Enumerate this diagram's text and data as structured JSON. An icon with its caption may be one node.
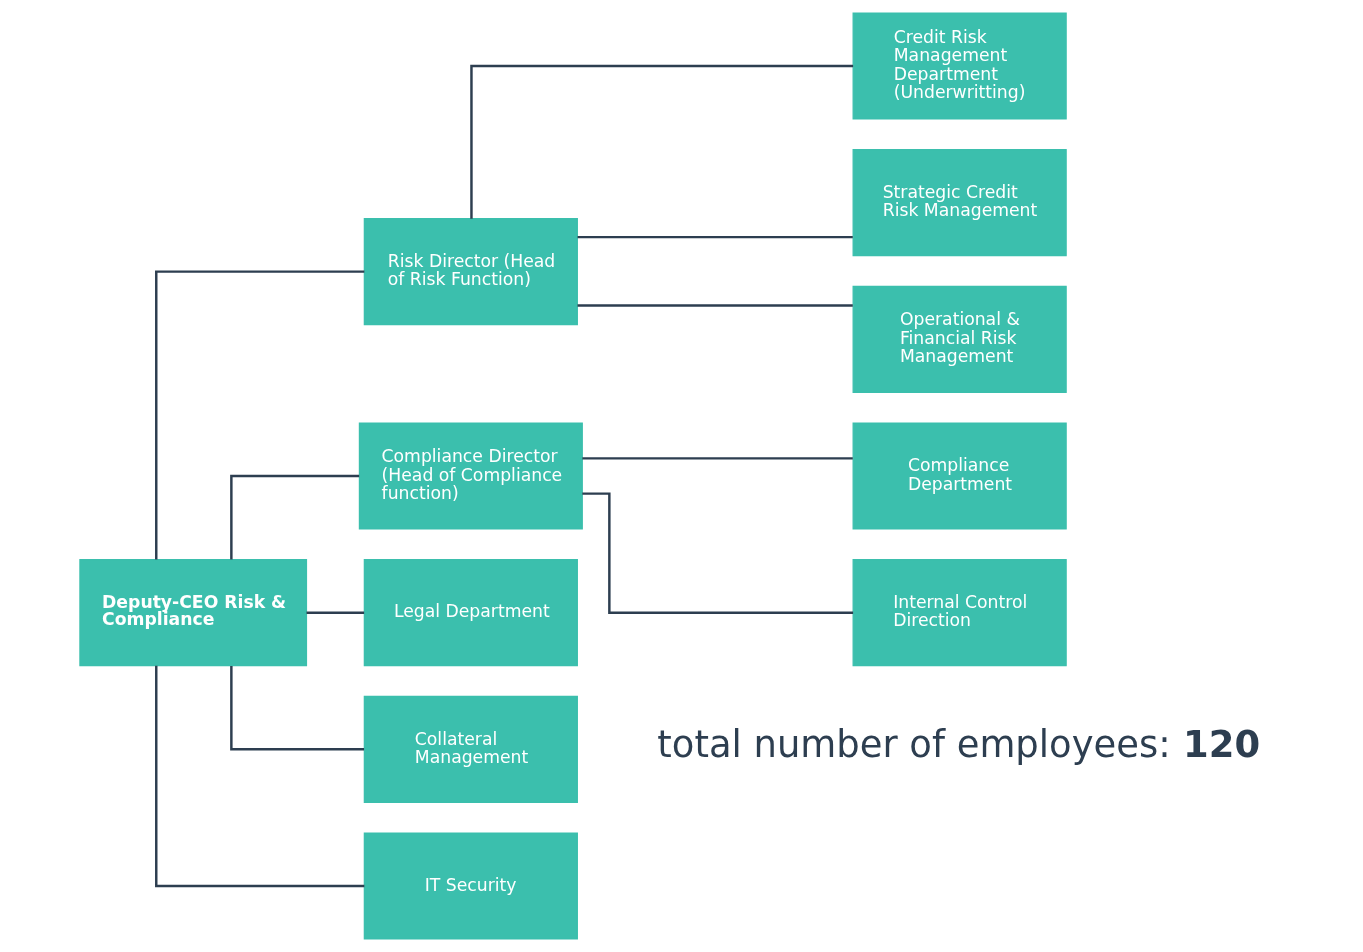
{
  "diagram": {
    "nodes": [
      {
        "text": [
          "Deputy-CEO Risk & Compliance"
        ]
      },
      {
        "text": [
          "Risk Director (Head of Risk Function)"
        ]
      },
      {
        "text": [
          "Credit Risk Management Department (Underwritting)"
        ]
      },
      {
        "text": [
          "Strategic Credit Risk Management"
        ]
      },
      {
        "text": [
          "Operational & Financial Risk Management"
        ]
      },
      {
        "text": [
          "Compliance Director (Head of Compliance function)"
        ]
      },
      {
        "text": [
          "Compliance Department"
        ]
      },
      {
        "text": [
          "Internal Control Direction"
        ]
      },
      {
        "text": [
          "Legal Department"
        ]
      },
      {
        "text": [
          "Collateral Management"
        ]
      },
      {
        "text": [
          "IT Security"
        ]
      }
    ],
    "edges": [
      {
        "from": 0,
        "to": 1,
        "arrow": "none"
      },
      {
        "from": 0,
        "to": 5,
        "arrow": "none"
      },
      {
        "from": 0,
        "to": 8,
        "arrow": "none"
      },
      {
        "from": 0,
        "to": 9,
        "arrow": "none"
      },
      {
        "from": 0,
        "to": 10,
        "arrow": "none"
      },
      {
        "from": 1,
        "to": 2,
        "arrow": "none"
      },
      {
        "from": 1,
        "to": 3,
        "arrow": "none"
      },
      {
        "from": 1,
        "to": 4,
        "arrow": "none"
      },
      {
        "from": 5,
        "to": 6,
        "arrow": "none"
      },
      {
        "from": 5,
        "to": 7,
        "arrow": "none"
      }
    ],
    "labels": [
      "total number of employees: **120**"
    ]
  }
}
